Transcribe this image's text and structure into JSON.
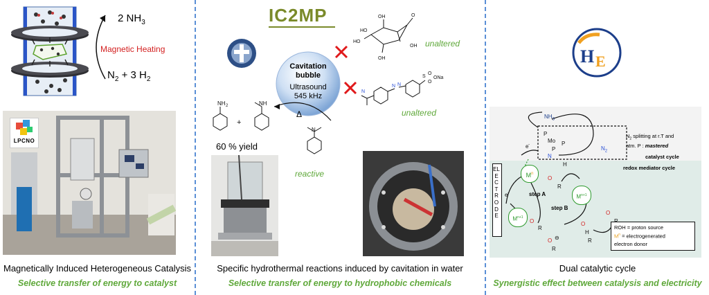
{
  "panel1": {
    "reaction_top": "2 NH",
    "reaction_top_sub": "3",
    "heating_label": "Magnetic Heating",
    "reaction_bottom": "N",
    "reaction_bottom_sub1": "2",
    "reaction_bottom_mid": " + 3 H",
    "reaction_bottom_sub2": "2",
    "lab_logo": "LPCNO",
    "title": "Magnetically Induced Heterogeneous Catalysis",
    "subtitle": "Selective transfer of energy to catalyst"
  },
  "panel2": {
    "logo_text": "IC2MP",
    "bubble_title": "Cavitation bubble",
    "bubble_line1": "Ultrasound",
    "bubble_line2": "545 kHz",
    "unaltered_1": "unaltered",
    "unaltered_2": "unaltered",
    "yield_label": "60 % yield",
    "delta": "Δ",
    "reactive_label": "reactive",
    "nh2": "NH",
    "nh2_sub": "2",
    "nh": "NH",
    "plus": "+",
    "so3na": "SO",
    "so3na_tail": "Na",
    "title": "Specific hydrothermal reactions induced by cavitation in water",
    "subtitle": "Selective transfer of energy to hydrophobic chemicals"
  },
  "panel3": {
    "nh3_label": "NH",
    "n2_split_line1": "N",
    "n2_split_line1_rest": " splitting at r.T and",
    "n2_split_line2": "atm. P : ",
    "n2_split_line2_em": "mastered",
    "n2_label": "N",
    "catalyst_cycle": "catalyst cycle",
    "redox_cycle": "redox mediator cycle",
    "electrode": "ELECTRODE",
    "step_a": "step A",
    "step_b": "step B",
    "mn": "M",
    "mn_sup": "n",
    "mn1": "M",
    "mn1_sup": "n+1",
    "legend_line1": "ROH = proton source",
    "legend_line2_a": "M",
    "legend_line2_b": "n",
    "legend_line2_c": " = electrogenerated",
    "legend_line3": "electron donor",
    "title": "Dual catalytic cycle",
    "subtitle": "Synergistic effect between catalysis and electricity"
  },
  "colors": {
    "subtitle_green": "#5fa83a",
    "heating_red": "#d32020",
    "cross_red": "#e0191b",
    "orange": "#e8a020",
    "divider_blue": "#5a8fd6",
    "mol_green": "#2d9a2d",
    "blue_n": "#2a4fd6"
  }
}
